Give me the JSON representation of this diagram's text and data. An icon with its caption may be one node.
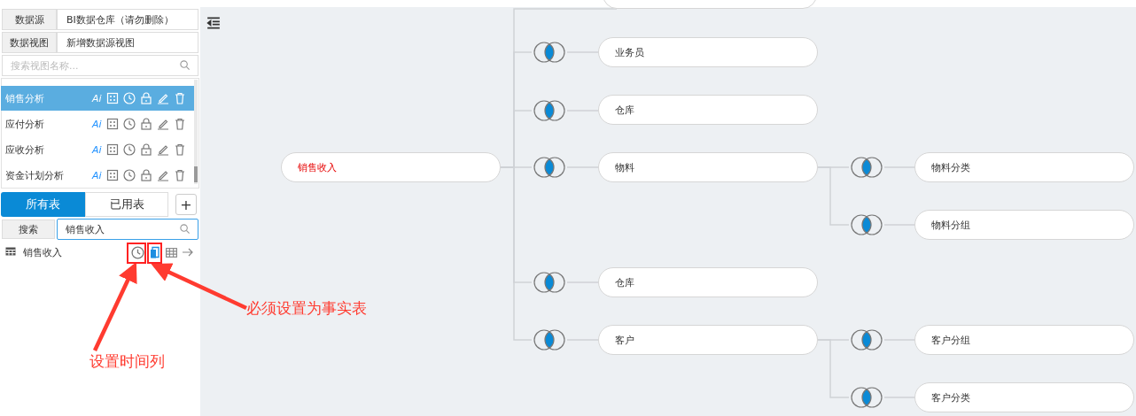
{
  "diagram": {
    "nodes": [
      {
        "text": [
          "销售收入"
        ]
      },
      {
        "text": [],
        "shape": "box"
      },
      {
        "text": [],
        "shape": "circle"
      },
      {
        "text": [
          "业务员"
        ]
      },
      {
        "text": [],
        "shape": "circle"
      },
      {
        "text": [
          "仓库"
        ]
      },
      {
        "text": [],
        "shape": "circle"
      },
      {
        "text": [
          "物料"
        ]
      },
      {
        "text": [],
        "shape": "circle"
      },
      {
        "text": [
          "物料分类"
        ]
      },
      {
        "text": [],
        "shape": "circle"
      },
      {
        "text": [
          "物料分组"
        ]
      },
      {
        "text": [],
        "shape": "circle"
      },
      {
        "text": [
          "仓库"
        ]
      },
      {
        "text": [],
        "shape": "circle"
      },
      {
        "text": [
          "客户"
        ]
      },
      {
        "text": [],
        "shape": "circle"
      },
      {
        "text": [
          "客户分组"
        ]
      },
      {
        "text": [],
        "shape": "circle"
      },
      {
        "text": [
          "客户分类"
        ]
      },
      {
        "text": [],
        "shape": "box"
      },
      {
        "text": [],
        "shape": "box"
      },
      {
        "text": [
          "必须设置为事实表"
        ]
      },
      {
        "text": [
          "设置时间列"
        ]
      }
    ],
    "edges": [
      {
        "from": 0,
        "to": 1,
        "arrow": "none"
      },
      {
        "from": 0,
        "to": 2,
        "arrow": "none"
      },
      {
        "from": 2,
        "to": 3,
        "arrow": "none"
      },
      {
        "from": 0,
        "to": 4,
        "arrow": "none"
      },
      {
        "from": 4,
        "to": 5,
        "arrow": "none"
      },
      {
        "from": 0,
        "to": 6,
        "arrow": "none"
      },
      {
        "from": 6,
        "to": 7,
        "arrow": "none"
      },
      {
        "from": 7,
        "to": 8,
        "arrow": "none"
      },
      {
        "from": 8,
        "to": 9,
        "arrow": "none"
      },
      {
        "from": 7,
        "to": 10,
        "arrow": "none"
      },
      {
        "from": 10,
        "to": 11,
        "arrow": "none"
      },
      {
        "from": 0,
        "to": 12,
        "arrow": "none"
      },
      {
        "from": 12,
        "to": 13,
        "arrow": "none"
      },
      {
        "from": 0,
        "to": 14,
        "arrow": "none"
      },
      {
        "from": 14,
        "to": 15,
        "arrow": "none"
      },
      {
        "from": 15,
        "to": 16,
        "arrow": "none"
      },
      {
        "from": 16,
        "to": 17,
        "arrow": "none"
      },
      {
        "from": 15,
        "to": 18,
        "arrow": "none"
      },
      {
        "from": 18,
        "to": 19,
        "arrow": "none"
      },
      {
        "from": 22,
        "to": 21,
        "arrow": "to",
        "style": "thick",
        "color": "#ff3b30"
      },
      {
        "from": 23,
        "to": 20,
        "arrow": "to",
        "style": "thick",
        "color": "#ff3b30"
      }
    ],
    "labels": [
      "数据源",
      "BI数据仓库（请勿删除）",
      "数据视图",
      "新增数据源视图",
      "搜索视图名称...",
      "销售分析",
      "Ai",
      "应付分析",
      "Ai",
      "应收分析",
      "Ai",
      "资金计划分析",
      "Ai",
      "所有表",
      "已用表",
      "+",
      "搜索",
      "销售收入",
      "销售收入"
    ]
  }
}
